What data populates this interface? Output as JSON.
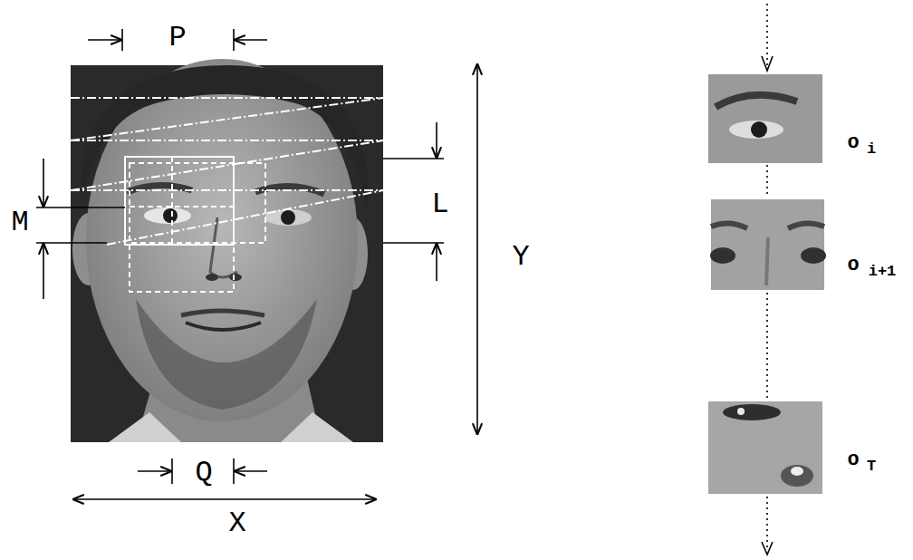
{
  "diagram": {
    "labels": [
      "P",
      "M",
      "L",
      "Y",
      "Q",
      "X",
      "o",
      "i",
      "o",
      "i+1",
      "o",
      "T"
    ]
  }
}
